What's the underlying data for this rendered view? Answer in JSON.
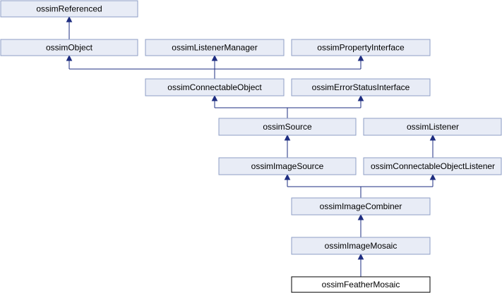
{
  "diagram": {
    "nodes": {
      "referenced": "ossimReferenced",
      "object": "ossimObject",
      "listener_manager": "ossimListenerManager",
      "property_interface": "ossimPropertyInterface",
      "connectable_object": "ossimConnectableObject",
      "error_status_interface": "ossimErrorStatusInterface",
      "source": "ossimSource",
      "listener": "ossimListener",
      "image_source": "ossimImageSource",
      "connectable_object_listener": "ossimConnectableObjectListener",
      "image_combiner": "ossimImageCombiner",
      "image_mosaic": "ossimImageMosaic",
      "feather_mosaic": "ossimFeatherMosaic"
    },
    "current_node": "feather_mosaic",
    "colors": {
      "node_fill": "#e8ecf6",
      "node_border": "#8e9ec6",
      "current_fill": "#ffffff",
      "current_border": "#000000",
      "edge": "#1e2d80"
    }
  }
}
